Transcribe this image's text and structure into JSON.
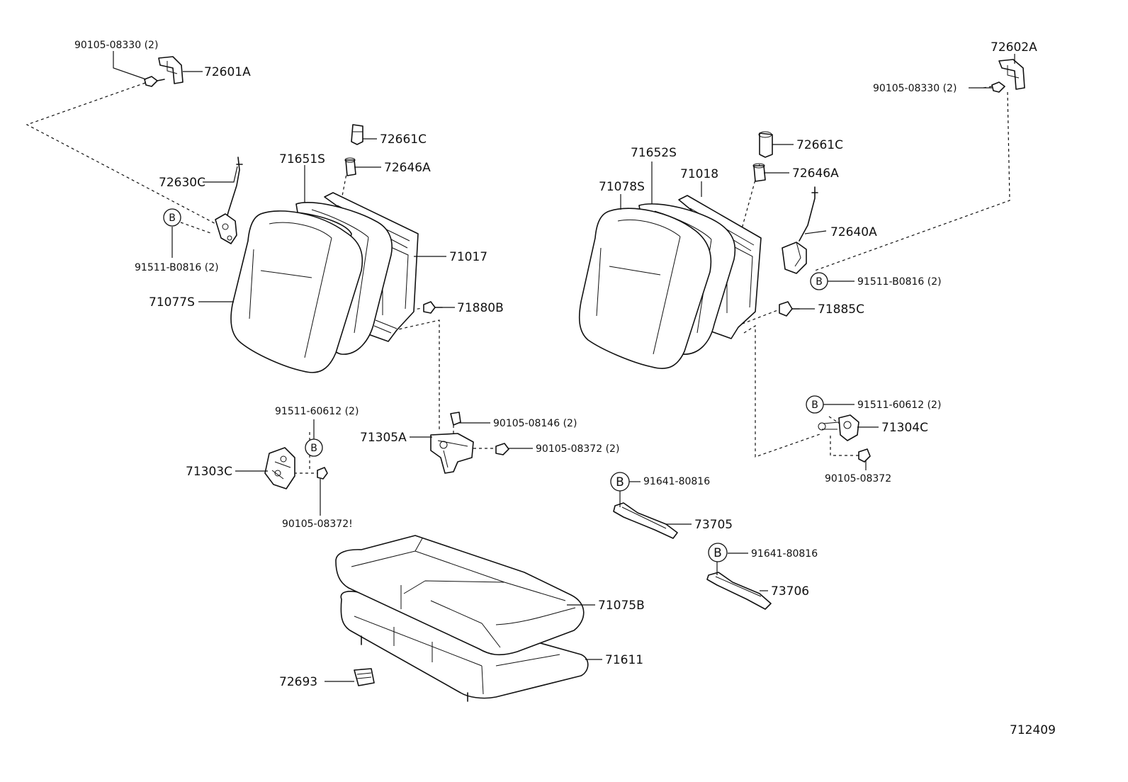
{
  "callouts": {
    "p90105_08330_l": "90105-08330 (2)",
    "p72601A": "72601A",
    "p72630C": "72630C",
    "p91511_B0816_l": "91511-B0816 (2)",
    "p71651S": "71651S",
    "p72661C_l": "72661C",
    "p72646A_l": "72646A",
    "p71017": "71017",
    "p71077S": "71077S",
    "p71880B": "71880B",
    "p71652S": "71652S",
    "p71018": "71018",
    "p71078S": "71078S",
    "p72661C_r": "72661C",
    "p72646A_r": "72646A",
    "p72640A": "72640A",
    "p72602A": "72602A",
    "p90105_08330_r": "90105-08330 (2)",
    "p91511_B0816_r": "91511-B0816 (2)",
    "p71885C": "71885C",
    "p91511_60612_l": "91511-60612 (2)",
    "p71303C": "71303C",
    "p90105_08372_l": "90105-08372!",
    "p71305A": "71305A",
    "p90105_08146": "90105-08146 (2)",
    "p90105_08372_m": "90105-08372 (2)",
    "p91511_60612_r": "91511-60612 (2)",
    "p71304C": "71304C",
    "p90105_08372_r": "90105-08372",
    "p91641_80816_a": "91641-80816",
    "p73705": "73705",
    "p91641_80816_b": "91641-80816",
    "p73706": "73706",
    "p71075B": "71075B",
    "p71611": "71611",
    "p72693": "72693"
  },
  "markers": {
    "b": "B"
  },
  "figure_number": "712409"
}
